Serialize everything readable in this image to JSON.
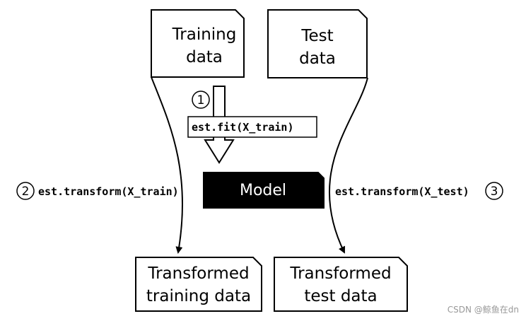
{
  "boxes": {
    "training_data": [
      "Training",
      "data"
    ],
    "test_data": [
      "Test",
      "data"
    ],
    "transformed_training": [
      "Transformed",
      "training data"
    ],
    "transformed_test": [
      "Transformed",
      "test data"
    ]
  },
  "model": {
    "label": "Model"
  },
  "steps": {
    "fit": {
      "number": "1",
      "code": "est.fit(X_train)"
    },
    "transform_train": {
      "number": "2",
      "code": "est.transform(X_train)"
    },
    "transform_test": {
      "number": "3",
      "code": "est.transform(X_test)"
    }
  },
  "watermark": "CSDN @鲸鱼在dn"
}
